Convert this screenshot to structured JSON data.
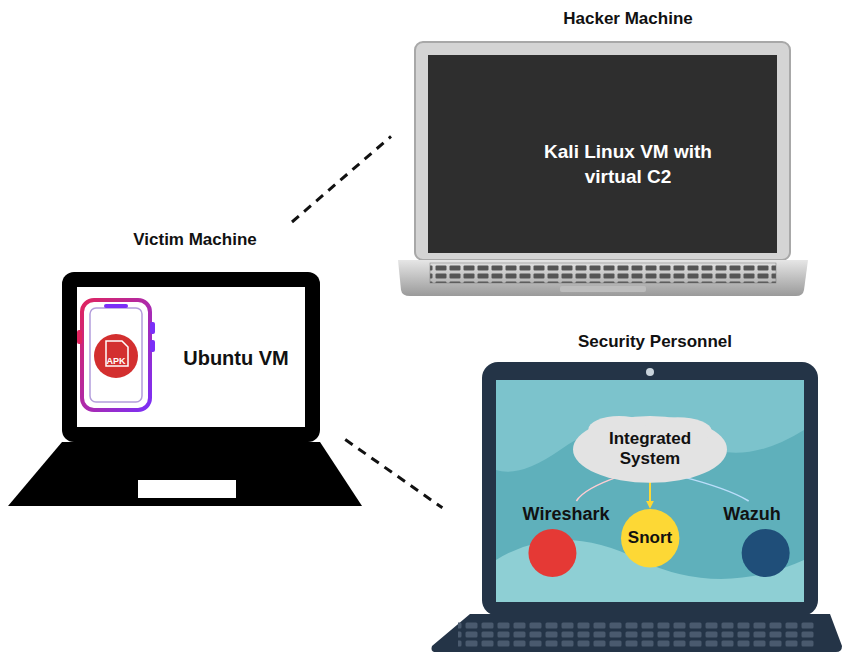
{
  "diagram": {
    "nodes": [
      {
        "text": [
          "Hacker Machine",
          "Kali Linux VM with virtual C2"
        ]
      },
      {
        "text": [
          "Victim Machine",
          "Ubuntu VM"
        ]
      },
      {
        "text": [
          "Security Personnel"
        ]
      },
      {
        "text": [
          "Integrated System"
        ],
        "in": 2
      },
      {
        "text": [
          "Wireshark"
        ],
        "in": 2
      },
      {
        "text": [
          "Snort"
        ],
        "in": 2
      },
      {
        "text": [
          "Wazuh"
        ],
        "in": 2
      }
    ],
    "edges": [
      {
        "from": 1,
        "to": 0,
        "arrow": "none"
      },
      {
        "from": 1,
        "to": 2,
        "arrow": "none"
      },
      {
        "from": 3,
        "to": 4,
        "arrow": "none"
      },
      {
        "from": 3,
        "to": 5,
        "arrow": "to"
      },
      {
        "from": 3,
        "to": 6,
        "arrow": "none"
      }
    ],
    "labels": [
      "APK"
    ]
  }
}
